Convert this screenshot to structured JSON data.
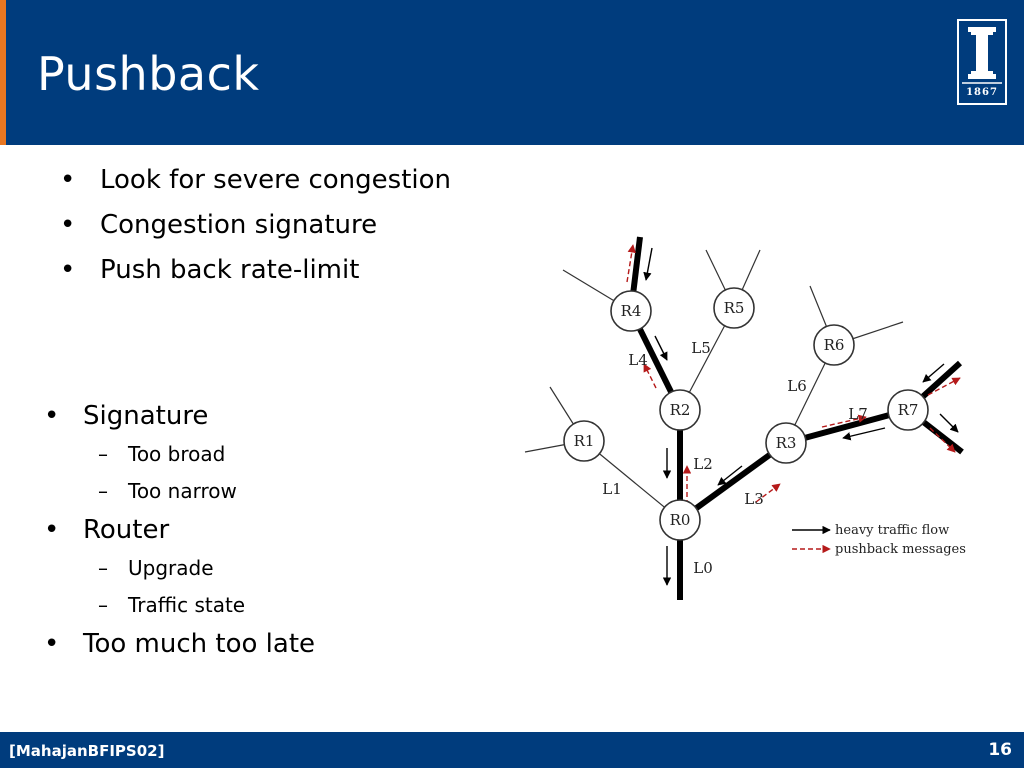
{
  "slide": {
    "title": "Pushback",
    "logo_year": "1867",
    "colors": {
      "header": "#003c7d",
      "accent": "#e87722",
      "pushback_arrow": "#b51a1a"
    }
  },
  "bullets_top": [
    "Look for severe congestion",
    "Congestion signature",
    "Push back rate-limit"
  ],
  "bullets_bottom": [
    {
      "text": "Signature",
      "sub": [
        "Too broad",
        "Too narrow"
      ]
    },
    {
      "text": "Router",
      "sub": [
        "Upgrade",
        "Traffic state"
      ]
    },
    {
      "text": "Too much too late",
      "sub": []
    }
  ],
  "bullet_marks": {
    "main": "•",
    "sub": "–"
  },
  "diagram": {
    "routers": [
      "R0",
      "R1",
      "R2",
      "R3",
      "R4",
      "R5",
      "R6",
      "R7"
    ],
    "links": [
      "L0",
      "L1",
      "L2",
      "L3",
      "L4",
      "L5",
      "L6",
      "L7"
    ],
    "legend": {
      "heavy_flow": "heavy traffic flow",
      "pushback": "pushback messages"
    }
  },
  "footer": {
    "citation": "[MahajanBFIPS02]",
    "page_number": "16"
  }
}
